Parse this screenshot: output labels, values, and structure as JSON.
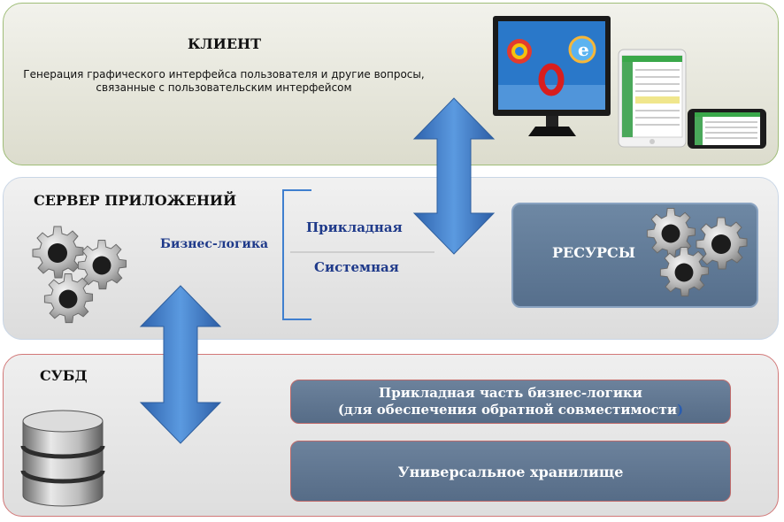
{
  "client": {
    "title": "КЛИЕНТ",
    "desc_line1": "Генерация графического интерфейса пользователя и другие вопросы,",
    "desc_line2": "связанные с пользовательским интерфейсом"
  },
  "app_server": {
    "title": "СЕРВЕР ПРИЛОЖЕНИЙ",
    "business_logic": "Бизнес-логика",
    "applied": "Прикладная",
    "system": "Системная",
    "resources": "РЕСУРСЫ"
  },
  "dbms": {
    "title": "СУБД",
    "box1_line1": "Прикладная часть бизнес-логики",
    "box1_line2": "(для обеспечения обратной совместимости",
    "box1_paren": ")",
    "box2": "Универсальное хранилище"
  },
  "colors": {
    "arrow": "#3f7fcf",
    "blue_text": "#1f3a8a",
    "resource_box": "#5f7a98",
    "client_border": "#9fbd78",
    "dbms_border": "#d27878"
  },
  "icons": [
    "gear-icon",
    "monitor-icon",
    "tablet-icon",
    "phone-icon",
    "database-icon",
    "double-arrow-icon"
  ]
}
